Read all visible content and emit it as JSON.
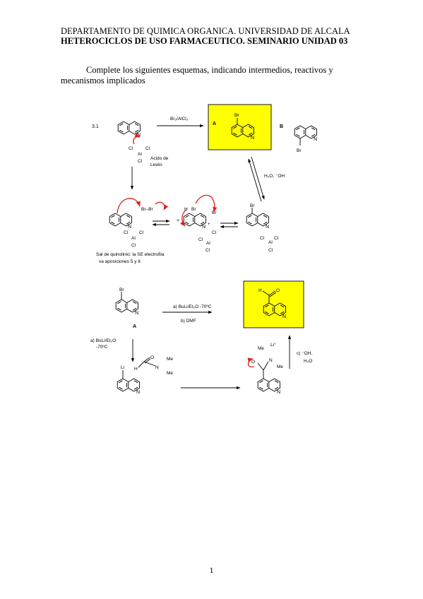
{
  "header": {
    "line1": "DEPARTAMENTO DE QUIMICA ORGANICA. UNIVERSIDAD DE ALCALA",
    "line2": "HETEROCICLOS DE USO FARMACEUTICO. SEMINARIO UNIDAD 03"
  },
  "intro": "Complete los siguientes esquemas, indicando intermedios, reactivos y mecanismos implicados",
  "scheme1": {
    "number": "3.1",
    "reagent_main": "Br₂/AlCl₃",
    "label_a": "A",
    "label_b": "B",
    "br_a": "Br",
    "br_b": "Br",
    "n": "N",
    "al": "Al",
    "cl": "Cl",
    "lewis_line1": "Acido de",
    "lewis_line2": "Lewis",
    "hydrolysis": "H₂O, ⁻OH",
    "br_br": "Br–Br",
    "h": "H",
    "br": "Br",
    "plus": "+",
    "note_line1": "Sal de quinolinio: la SE electrofila",
    "note_line2": "va aposiciones 5 y 8"
  },
  "scheme2": {
    "br_top": "Br",
    "label_a": "A",
    "reagent_a": "a) BuLi/Et₂O -70ºC",
    "reagent_b": "b) DMF",
    "cho_h": "H",
    "cho_o": "O",
    "n": "N",
    "left_line1": "a) BuLi/Et₂O",
    "left_line2": "-70ºC",
    "li": "Li",
    "o": "O",
    "me": "Me",
    "h": "H",
    "li_plus": "Li⁺",
    "step_c_line1": "c) ⁻OH,",
    "step_c_line2": "H₂O"
  },
  "page_number": "1",
  "colors": {
    "highlight": "#ffff00",
    "arrow_red": "#e0201a",
    "ink": "#000000"
  }
}
